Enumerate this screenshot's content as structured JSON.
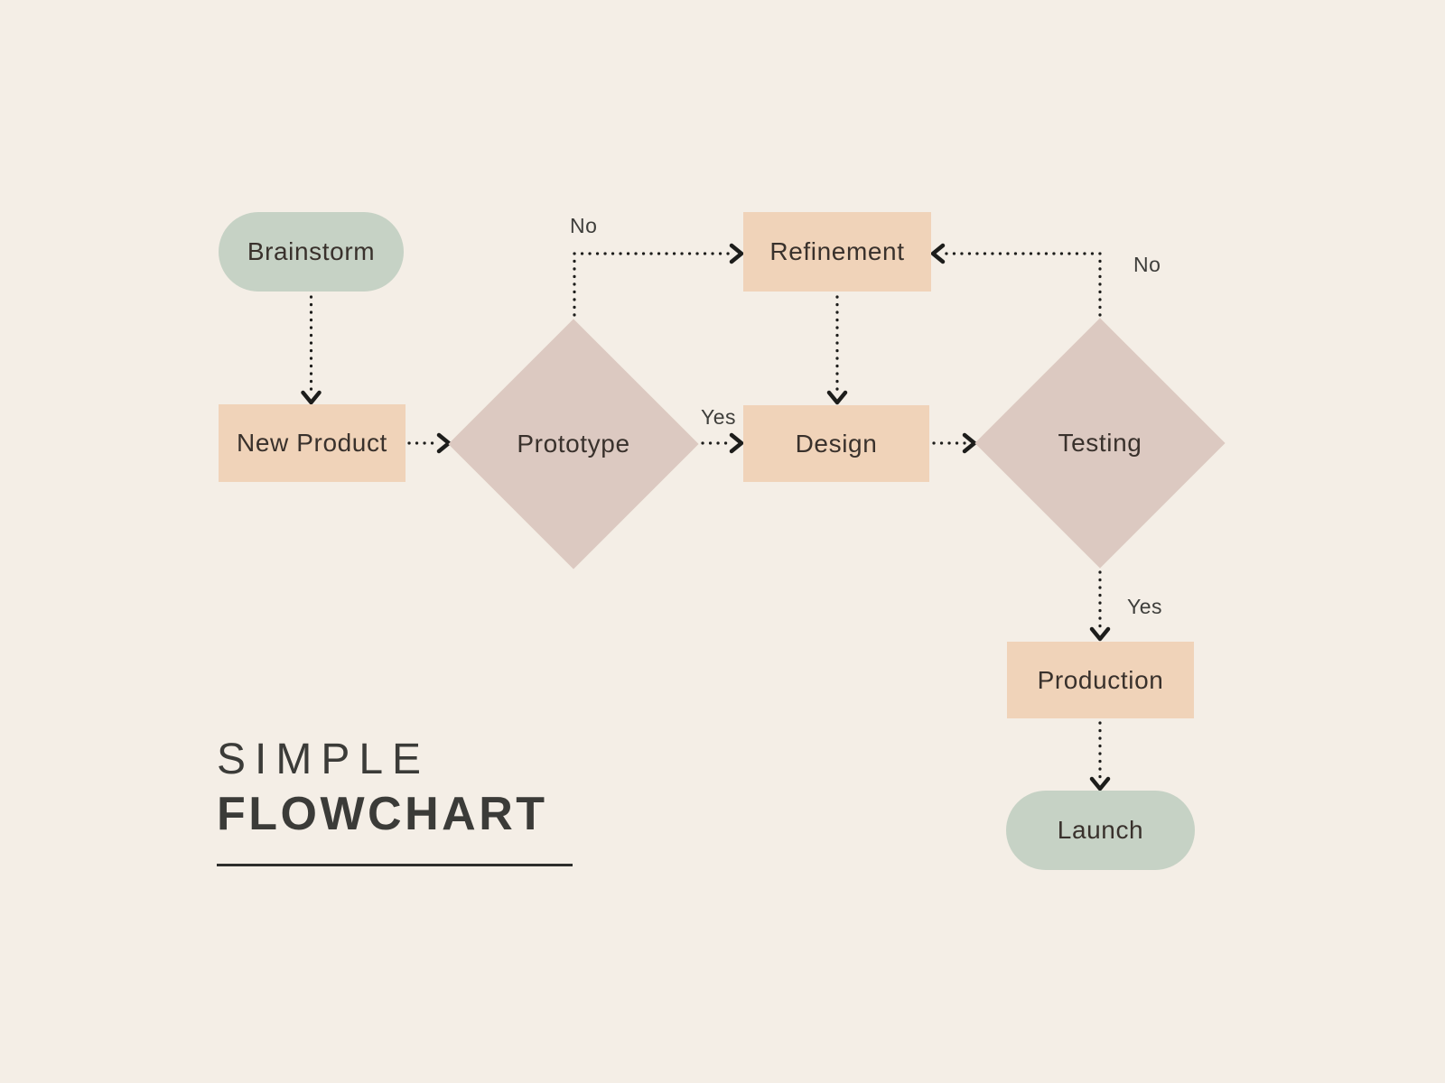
{
  "title": {
    "line1": "SIMPLE",
    "line2": "FLOWCHART"
  },
  "nodes": {
    "brainstorm": {
      "label": "Brainstorm",
      "type": "terminator"
    },
    "new_product": {
      "label": "New Product",
      "type": "process"
    },
    "prototype": {
      "label": "Prototype",
      "type": "decision"
    },
    "refinement": {
      "label": "Refinement",
      "type": "process"
    },
    "design": {
      "label": "Design",
      "type": "process"
    },
    "testing": {
      "label": "Testing",
      "type": "decision"
    },
    "production": {
      "label": "Production",
      "type": "process"
    },
    "launch": {
      "label": "Launch",
      "type": "terminator"
    }
  },
  "edge_labels": {
    "prototype_no": "No",
    "prototype_yes": "Yes",
    "testing_no": "No",
    "testing_yes": "Yes"
  },
  "colors": {
    "background": "#f4eee6",
    "terminator_fill": "#c6d2c5",
    "process_fill": "#f0d3b9",
    "decision_fill": "#dcc9c1",
    "connector": "#1d1d1b",
    "node_text": "#39312c",
    "label_text": "#3e3e3b",
    "title_text": "#3b3b38",
    "underline": "#2e2e2c"
  }
}
